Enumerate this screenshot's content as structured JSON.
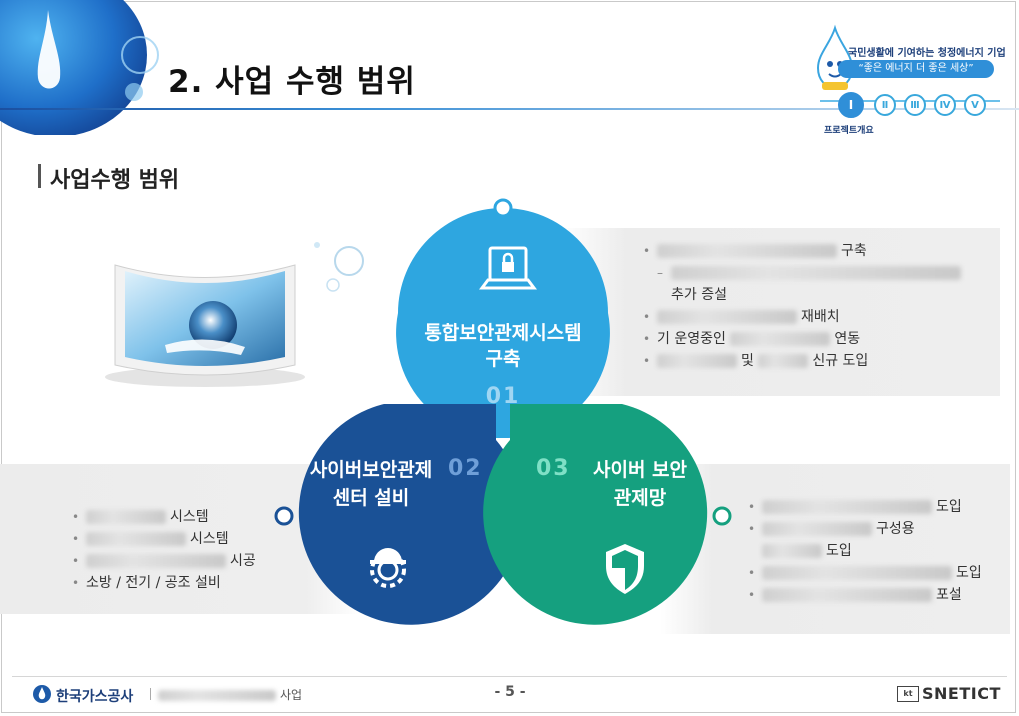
{
  "header": {
    "title": "2. 사업 수행 범위",
    "slogan": "국민생활에 기여하는 청정에너지 기업",
    "tagline": "“좋은 에너지 더 좋은 세상”",
    "tabs": [
      "Ⅰ",
      "Ⅱ",
      "Ⅲ",
      "Ⅳ",
      "Ⅴ"
    ],
    "active_tab_label": "프로젝트개요"
  },
  "section_title": "사업수행 범위",
  "petals": {
    "top": {
      "title_line1": "통합보안관제시스템",
      "title_line2": "구축",
      "number": "01",
      "color": "#2ea6e0"
    },
    "left": {
      "title_line1": "사이버보안관제",
      "title_line2": "센터 설비",
      "number": "02",
      "color": "#1a5196"
    },
    "right": {
      "title_line1": "사이버 보안",
      "title_line2": "관제망",
      "number": "03",
      "color": "#15a07f"
    }
  },
  "lists": {
    "top": [
      "구축",
      "추가 증설",
      "재배치",
      "기 운영중인",
      "연동",
      "및",
      "신규 도입"
    ],
    "left": [
      "시스템",
      "시스템",
      "시공",
      "소방 / 전기 / 공조 설비"
    ],
    "right": [
      "도입",
      "구성용",
      "도입",
      "도입",
      "포설"
    ]
  },
  "footer": {
    "company": "한국가스공사",
    "project_suffix": "사업",
    "page": "- 5 -",
    "brand": "SNETICT",
    "brand_badge": "kt"
  }
}
